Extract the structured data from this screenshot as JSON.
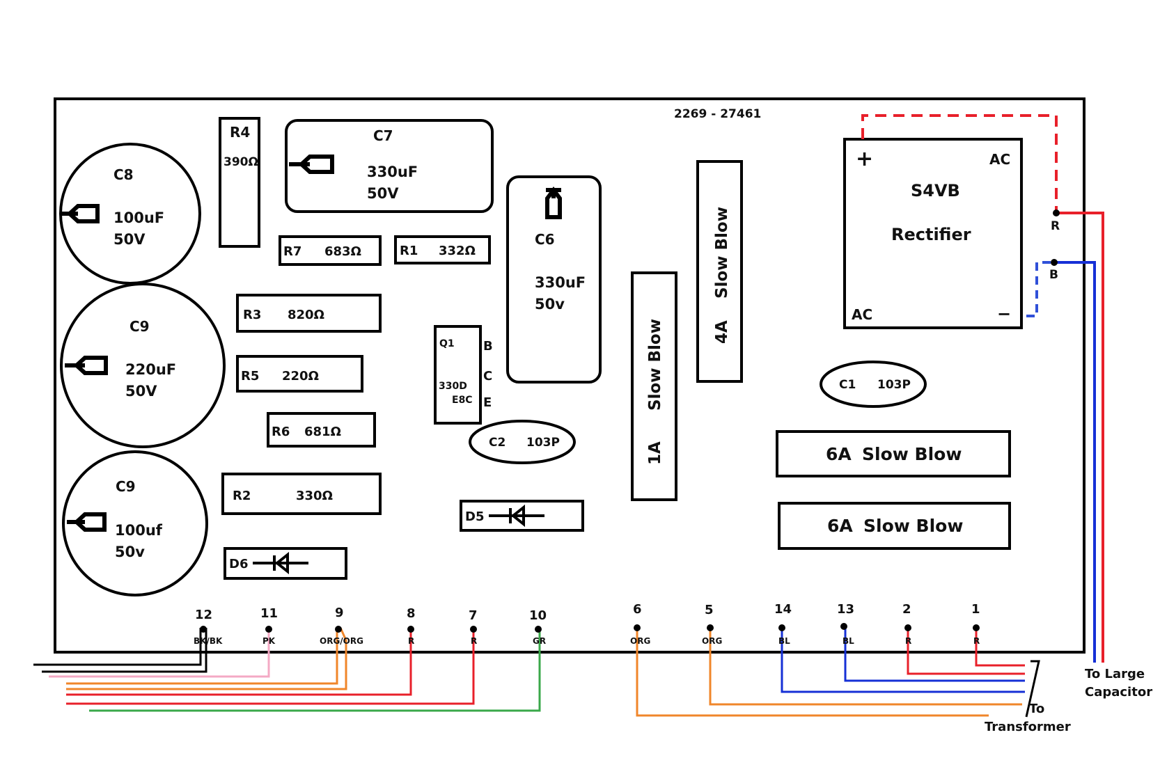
{
  "board": {
    "part_number": "2269 - 27461"
  },
  "capacitors": {
    "c8": {
      "ref": "C8",
      "value": "100uF",
      "voltage": "50V"
    },
    "c9_large": {
      "ref": "C9",
      "value": "220uF",
      "voltage": "50V"
    },
    "c9_small": {
      "ref": "C9",
      "value": "100uf",
      "voltage": "50v"
    },
    "c7": {
      "ref": "C7",
      "value": "330uF",
      "voltage": "50V"
    },
    "c6": {
      "ref": "C6",
      "value": "330uF",
      "voltage": "50v"
    },
    "c2": {
      "ref": "C2",
      "value": "103P"
    },
    "c1": {
      "ref": "C1",
      "value": "103P"
    }
  },
  "resistors": {
    "r4": {
      "ref": "R4",
      "value": "390Ω"
    },
    "r7": {
      "ref": "R7",
      "value": "683Ω"
    },
    "r1": {
      "ref": "R1",
      "value": "332Ω"
    },
    "r3": {
      "ref": "R3",
      "value": "820Ω"
    },
    "r5": {
      "ref": "R5",
      "value": "220Ω"
    },
    "r6": {
      "ref": "R6",
      "value": "681Ω"
    },
    "r2": {
      "ref": "R2",
      "value": "330Ω"
    }
  },
  "transistor": {
    "ref": "Q1",
    "code_line1": "330D",
    "code_line2": "E8C",
    "pin_b": "B",
    "pin_c": "C",
    "pin_e": "E"
  },
  "diodes": {
    "d5": {
      "ref": "D5"
    },
    "d6": {
      "ref": "D6"
    }
  },
  "fuses": {
    "f_1a": {
      "rating": "1A",
      "type": "Slow Blow"
    },
    "f_4a": {
      "rating": "4A",
      "type": "Slow Blow"
    },
    "f_6a_top": {
      "rating": "6A",
      "type": "Slow Blow"
    },
    "f_6a_bottom": {
      "rating": "6A",
      "type": "Slow Blow"
    }
  },
  "rectifier": {
    "model": "S4VB",
    "name": "Rectifier",
    "plus": "+",
    "minus": "−",
    "ac_top": "AC",
    "ac_bottom": "AC",
    "terminal_r": "R",
    "terminal_b": "B"
  },
  "connectors": [
    {
      "number": "12",
      "color_code": "BK/BK"
    },
    {
      "number": "11",
      "color_code": "PK"
    },
    {
      "number": "9",
      "color_code": "ORG/ORG"
    },
    {
      "number": "8",
      "color_code": "R"
    },
    {
      "number": "7",
      "color_code": "R"
    },
    {
      "number": "10",
      "color_code": "GR"
    },
    {
      "number": "6",
      "color_code": "ORG"
    },
    {
      "number": "5",
      "color_code": "ORG"
    },
    {
      "number": "14",
      "color_code": "BL"
    },
    {
      "number": "13",
      "color_code": "BL"
    },
    {
      "number": "2",
      "color_code": "R"
    },
    {
      "number": "1",
      "color_code": "R"
    }
  ],
  "notes": {
    "to_large_capacitor_line1": "To Large",
    "to_large_capacitor_line2": "Capacitor",
    "to_transformer_line1": "To",
    "to_transformer_line2": "Transformer"
  },
  "wire_colors": {
    "black": "#000000",
    "pink": "#f4a9c4",
    "orange": "#f0862a",
    "red": "#e8202a",
    "green": "#3aa84a",
    "blue": "#1630d6",
    "dashed_red": "#e8202a",
    "dashed_blue": "#3050d8"
  }
}
